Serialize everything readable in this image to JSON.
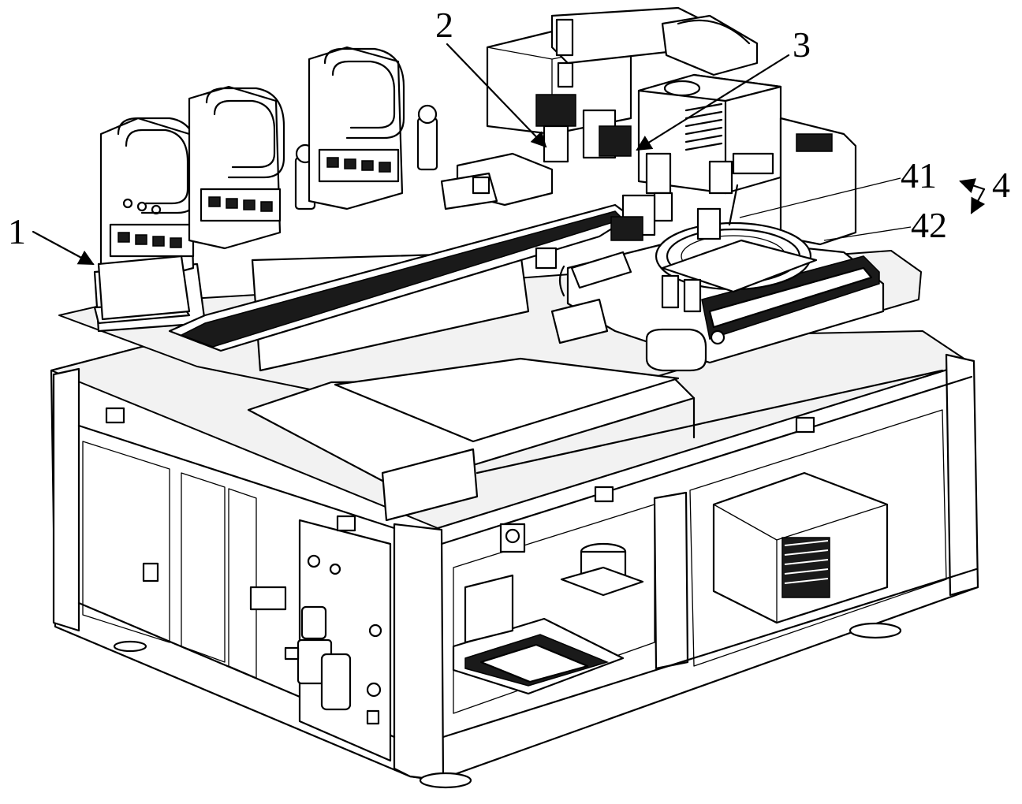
{
  "labels": {
    "l1": "1",
    "l2": "2",
    "l3": "3",
    "l41": "41",
    "l42": "42",
    "l4": "4"
  }
}
